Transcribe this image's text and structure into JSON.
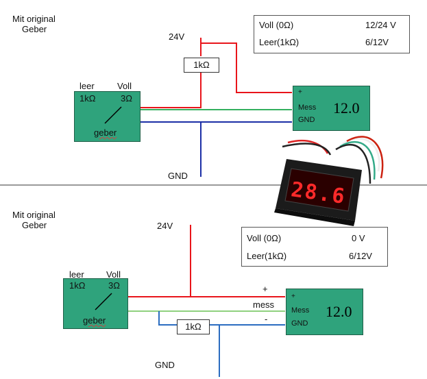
{
  "colors": {
    "red": "#e8141a",
    "green": "#33b05e",
    "blue": "#1b2ea6",
    "blue_light": "#2a6cc0",
    "box_green": "#2fa37c",
    "display_red": "#ff2a2a"
  },
  "top": {
    "note_line1": "Mit original",
    "note_line2": "Geber",
    "supply": "24V",
    "ground": "GND",
    "resistor": "1kΩ",
    "table": [
      {
        "label": "Voll (0Ω)",
        "value": "12/24 V"
      },
      {
        "label": "Leer(1kΩ)",
        "value": "6/12V"
      }
    ],
    "sender": {
      "leer": "leer",
      "voll": "Voll",
      "leer_val": "1kΩ",
      "voll_val": "3Ω",
      "name": "geber"
    },
    "meter": {
      "plus": "+",
      "mess": "Mess",
      "gnd": "GND",
      "reading": "12.0"
    }
  },
  "photo": {
    "reading": "28.6"
  },
  "bottom": {
    "note_line1": "Mit original",
    "note_line2": "Geber",
    "supply": "24V",
    "ground": "GND",
    "resistor": "1kΩ",
    "wire_plus": "+",
    "wire_mess": "mess",
    "wire_minus": "-",
    "table": [
      {
        "label": "Voll (0Ω)",
        "value": "0 V"
      },
      {
        "label": "Leer(1kΩ)",
        "value": "6/12V"
      }
    ],
    "sender": {
      "leer": "leer",
      "voll": "Voll",
      "leer_val": "1kΩ",
      "voll_val": "3Ω",
      "name": "geber"
    },
    "meter": {
      "plus": "+",
      "mess": "Mess",
      "gnd": "GND",
      "reading": "12.0"
    }
  }
}
